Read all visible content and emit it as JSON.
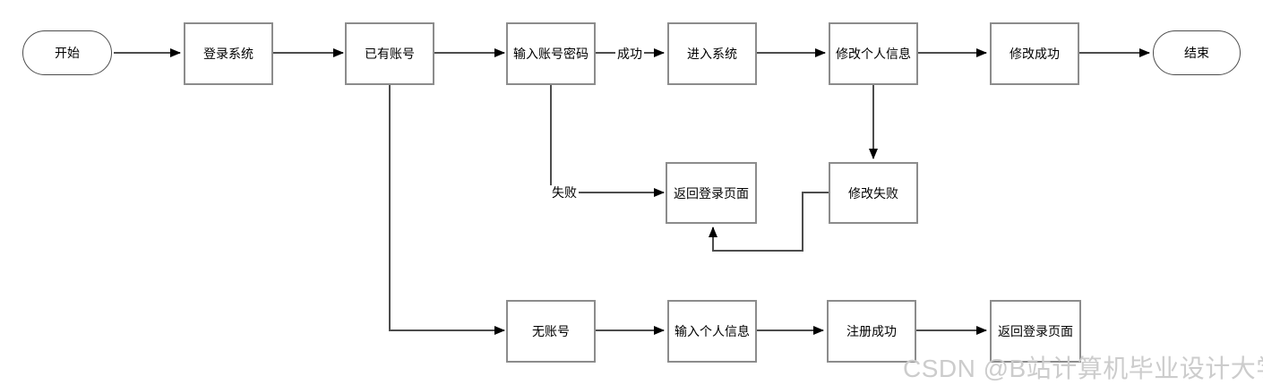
{
  "diagram": {
    "type": "flowchart",
    "nodes": {
      "start": {
        "label": "开始",
        "type": "terminal"
      },
      "login_system": {
        "label": "登录系统",
        "type": "process"
      },
      "has_account": {
        "label": "已有账号",
        "type": "process"
      },
      "enter_credentials": {
        "label": "输入账号密码",
        "type": "process"
      },
      "enter_system": {
        "label": "进入系统",
        "type": "process"
      },
      "edit_profile": {
        "label": "修改个人信息",
        "type": "process"
      },
      "edit_success": {
        "label": "修改成功",
        "type": "process"
      },
      "end": {
        "label": "结束",
        "type": "terminal"
      },
      "return_login_mid": {
        "label": "返回登录页面",
        "type": "process"
      },
      "edit_fail": {
        "label": "修改失败",
        "type": "process"
      },
      "no_account": {
        "label": "无账号",
        "type": "process"
      },
      "enter_personal_info": {
        "label": "输入个人信息",
        "type": "process"
      },
      "register_success": {
        "label": "注册成功",
        "type": "process"
      },
      "return_login_bottom": {
        "label": "返回登录页面",
        "type": "process"
      }
    },
    "edge_labels": {
      "success": "成功",
      "fail": "失败"
    },
    "edges": [
      {
        "from": "start",
        "to": "login_system"
      },
      {
        "from": "login_system",
        "to": "has_account"
      },
      {
        "from": "has_account",
        "to": "enter_credentials"
      },
      {
        "from": "enter_credentials",
        "to": "enter_system",
        "label": "成功"
      },
      {
        "from": "enter_system",
        "to": "edit_profile"
      },
      {
        "from": "edit_profile",
        "to": "edit_success"
      },
      {
        "from": "edit_success",
        "to": "end"
      },
      {
        "from": "enter_credentials",
        "to": "return_login_mid",
        "label": "失败"
      },
      {
        "from": "edit_profile",
        "to": "edit_fail"
      },
      {
        "from": "edit_fail",
        "to": "return_login_mid"
      },
      {
        "from": "has_account",
        "to": "no_account"
      },
      {
        "from": "no_account",
        "to": "enter_personal_info"
      },
      {
        "from": "enter_personal_info",
        "to": "register_success"
      },
      {
        "from": "register_success",
        "to": "return_login_bottom"
      }
    ],
    "colors": {
      "background": "#ffffff",
      "process_border": "#8c8c8c",
      "terminal_border": "#4d4d4d",
      "edge_line": "#4d4d4d",
      "arrowhead": "#000000",
      "text": "#000000",
      "watermark": "#cccccc"
    },
    "watermark": "CSDN @B站计算机毕业设计大学"
  }
}
